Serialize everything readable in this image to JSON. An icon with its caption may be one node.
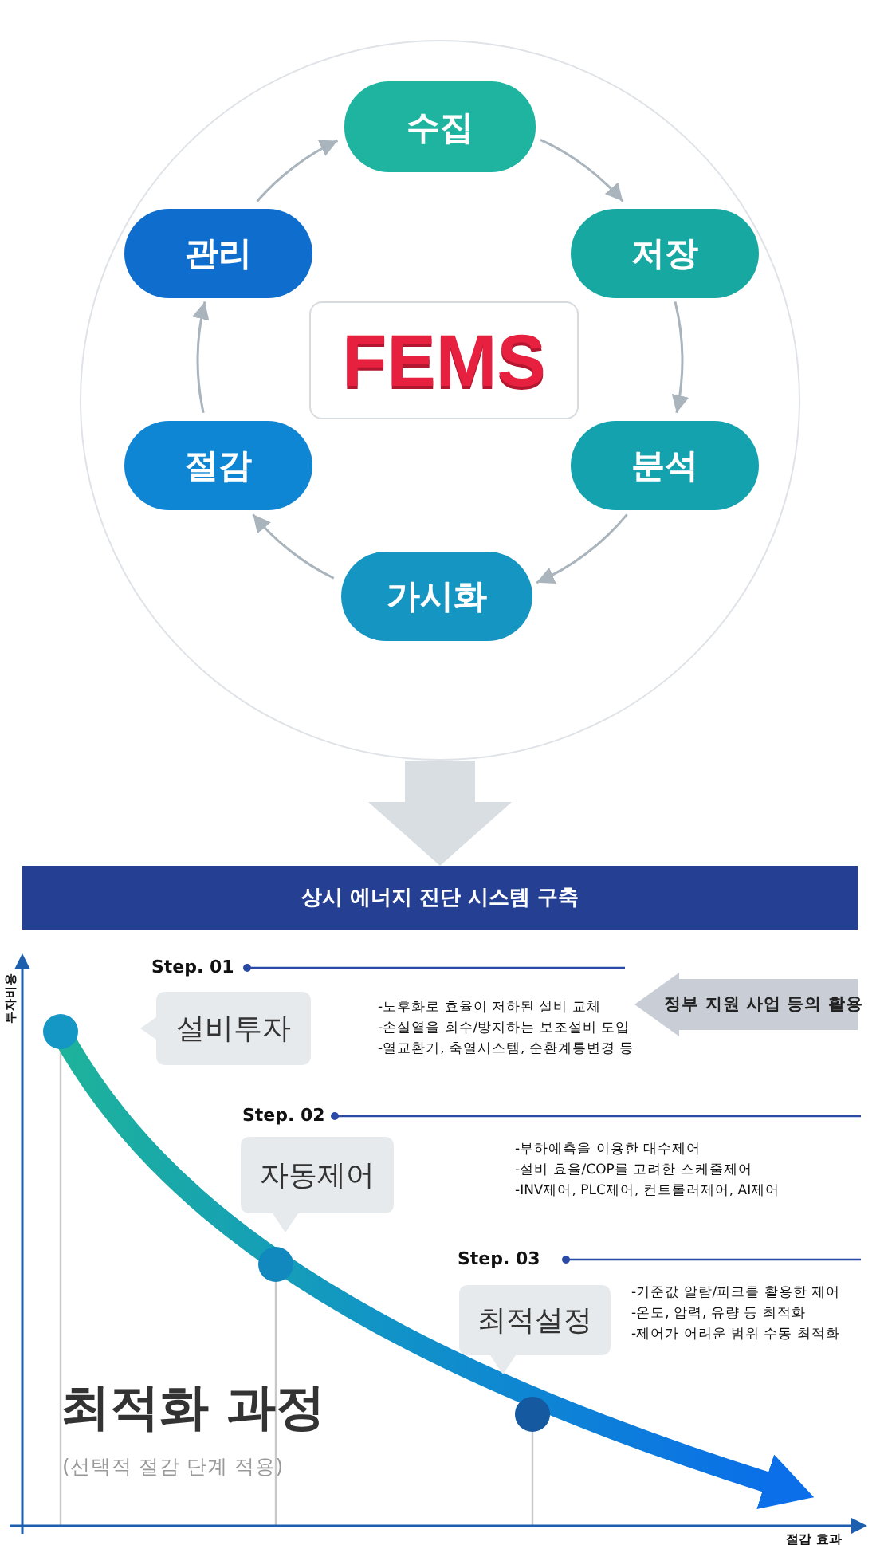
{
  "diagram": {
    "nodes": [
      {
        "text": [],
        "shape": "circle"
      },
      {
        "text": [
          "수집"
        ],
        "in": 0
      },
      {
        "text": [
          "저장"
        ],
        "in": 0
      },
      {
        "text": [
          "분석"
        ],
        "in": 0
      },
      {
        "text": [
          "가시화"
        ],
        "in": 0
      },
      {
        "text": [
          "절감"
        ],
        "in": 0
      },
      {
        "text": [
          "관리"
        ],
        "in": 0
      },
      {
        "text": [
          "FEMS"
        ],
        "in": 0
      },
      {
        "text": [
          "상시 에너지 진단 시스템 구축"
        ]
      },
      {
        "text": [
          "설비투자"
        ]
      },
      {
        "text": [
          "정부 지원 사업 등의 활용"
        ]
      },
      {
        "text": [
          "자동제어"
        ]
      },
      {
        "text": [
          "최적설정"
        ]
      }
    ],
    "edges": [
      {
        "from": 1,
        "to": 2,
        "arrow": "to"
      },
      {
        "from": 2,
        "to": 3,
        "arrow": "to"
      },
      {
        "from": 3,
        "to": 4,
        "arrow": "to"
      },
      {
        "from": 4,
        "to": 5,
        "arrow": "to"
      },
      {
        "from": 5,
        "to": 6,
        "arrow": "to"
      },
      {
        "from": 6,
        "to": 1,
        "arrow": "to"
      },
      {
        "from": 0,
        "to": 8,
        "arrow": "to",
        "style": "thick"
      }
    ],
    "labels": [
      "투자비용",
      "Step. 01",
      "-노후화로 효율이 저하된 설비 교체",
      "-손실열을 회수/방지하는 보조설비 도입",
      "-열교환기, 축열시스템, 순환계통변경 등",
      "Step. 02",
      "-부하예측을 이용한 대수제어",
      "-설비 효율/COP를 고려한 스케줄제어",
      "-INV제어, PLC제어, 컨트롤러제어, AI제어",
      "Step. 03",
      "-기준값 알람/피크를 활용한 제어",
      "-온도, 압력, 유량 등 최적화",
      "-제어가 어려운 범위 수동 최적화",
      "최적화 과정",
      "(선택적 절감 단계 적용)",
      "절감 효과"
    ]
  }
}
